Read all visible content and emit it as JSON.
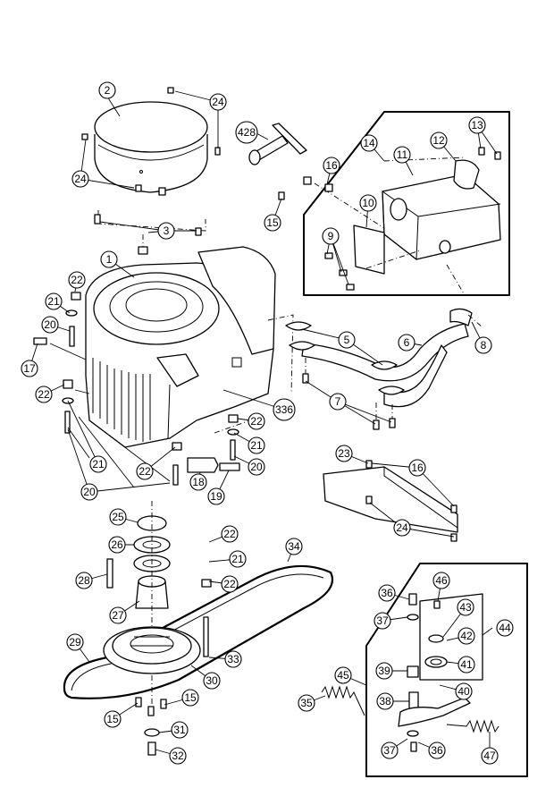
{
  "diagram": {
    "callouts": [
      {
        "id": "c2",
        "label": "2"
      },
      {
        "id": "c24a",
        "label": "24"
      },
      {
        "id": "c428",
        "label": "428"
      },
      {
        "id": "c24b",
        "label": "24"
      },
      {
        "id": "c3",
        "label": "3"
      },
      {
        "id": "c1",
        "label": "1"
      },
      {
        "id": "c22a",
        "label": "22"
      },
      {
        "id": "c21a",
        "label": "21"
      },
      {
        "id": "c20a",
        "label": "20"
      },
      {
        "id": "c17",
        "label": "17"
      },
      {
        "id": "c22b",
        "label": "22"
      },
      {
        "id": "c21b",
        "label": "21"
      },
      {
        "id": "c20b",
        "label": "20"
      },
      {
        "id": "c16a",
        "label": "16"
      },
      {
        "id": "c15a",
        "label": "15"
      },
      {
        "id": "c14",
        "label": "14"
      },
      {
        "id": "c12",
        "label": "12"
      },
      {
        "id": "c13",
        "label": "13"
      },
      {
        "id": "c11",
        "label": "11"
      },
      {
        "id": "c10",
        "label": "10"
      },
      {
        "id": "c9",
        "label": "9"
      },
      {
        "id": "c5",
        "label": "5"
      },
      {
        "id": "c6",
        "label": "6"
      },
      {
        "id": "c8",
        "label": "8"
      },
      {
        "id": "c7",
        "label": "7"
      },
      {
        "id": "c336",
        "label": "336"
      },
      {
        "id": "c22c",
        "label": "22"
      },
      {
        "id": "c21c",
        "label": "21"
      },
      {
        "id": "c20c",
        "label": "20"
      },
      {
        "id": "c22d",
        "label": "22"
      },
      {
        "id": "c18",
        "label": "18"
      },
      {
        "id": "c19",
        "label": "19"
      },
      {
        "id": "c23",
        "label": "23"
      },
      {
        "id": "c16b",
        "label": "16"
      },
      {
        "id": "c24c",
        "label": "24"
      },
      {
        "id": "c25",
        "label": "25"
      },
      {
        "id": "c26",
        "label": "26"
      },
      {
        "id": "c22e",
        "label": "22"
      },
      {
        "id": "c21d",
        "label": "21"
      },
      {
        "id": "c22f",
        "label": "22"
      },
      {
        "id": "c34",
        "label": "34"
      },
      {
        "id": "c28",
        "label": "28"
      },
      {
        "id": "c27",
        "label": "27"
      },
      {
        "id": "c29",
        "label": "29"
      },
      {
        "id": "c33",
        "label": "33"
      },
      {
        "id": "c30",
        "label": "30"
      },
      {
        "id": "c35",
        "label": "35"
      },
      {
        "id": "c15b",
        "label": "15"
      },
      {
        "id": "c15c",
        "label": "15"
      },
      {
        "id": "c31",
        "label": "31"
      },
      {
        "id": "c32",
        "label": "32"
      },
      {
        "id": "c36a",
        "label": "36"
      },
      {
        "id": "c46",
        "label": "46"
      },
      {
        "id": "c37a",
        "label": "37"
      },
      {
        "id": "c43",
        "label": "43"
      },
      {
        "id": "c42",
        "label": "42"
      },
      {
        "id": "c44",
        "label": "44"
      },
      {
        "id": "c41",
        "label": "41"
      },
      {
        "id": "c45",
        "label": "45"
      },
      {
        "id": "c39",
        "label": "39"
      },
      {
        "id": "c40",
        "label": "40"
      },
      {
        "id": "c38",
        "label": "38"
      },
      {
        "id": "c37b",
        "label": "37"
      },
      {
        "id": "c36b",
        "label": "36"
      },
      {
        "id": "c47",
        "label": "47"
      }
    ]
  }
}
